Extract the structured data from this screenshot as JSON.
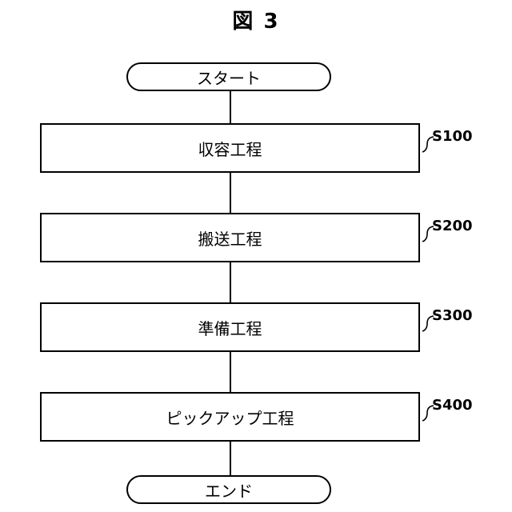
{
  "figure_title": "図 3",
  "start_label": "スタート",
  "end_label": "エンド",
  "steps": [
    {
      "label": "収容工程",
      "id": "S100"
    },
    {
      "label": "搬送工程",
      "id": "S200"
    },
    {
      "label": "準備工程",
      "id": "S300"
    },
    {
      "label": "ピックアップ工程",
      "id": "S400"
    }
  ]
}
